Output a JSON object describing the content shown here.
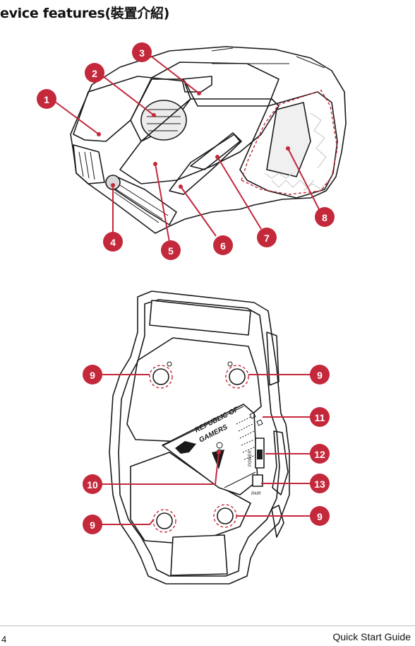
{
  "heading": "evice features(裝置介紹)",
  "top_view_callouts": [
    "1",
    "2",
    "3",
    "4",
    "5",
    "6",
    "7",
    "8"
  ],
  "bottom_view_callouts": [
    "9",
    "9",
    "11",
    "12",
    "10",
    "13",
    "9",
    "9"
  ],
  "underside_labels": {
    "republic_of": "REPUBLIC OF",
    "gamers": "GAMERS",
    "power": "POWER",
    "pair": "PAIR"
  },
  "footer": {
    "page_number": "4",
    "guide_title": "Quick Start Guide"
  },
  "colors": {
    "callout": "#c4283b",
    "outline": "#1a1a1a",
    "texture": "#d8d8d8"
  }
}
